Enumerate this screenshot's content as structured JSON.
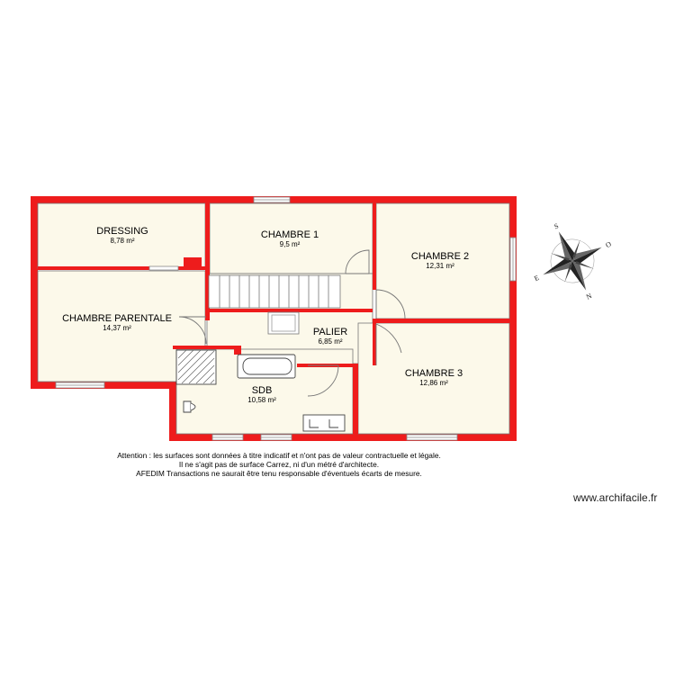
{
  "rooms": [
    {
      "name": "DRESSING",
      "area": "8,78 m²"
    },
    {
      "name": "CHAMBRE 1",
      "area": "9,5 m²"
    },
    {
      "name": "CHAMBRE 2",
      "area": "12,31 m²"
    },
    {
      "name": "CHAMBRE PARENTALE",
      "area": "14,37 m²"
    },
    {
      "name": "PALIER",
      "area": "6,85 m²"
    },
    {
      "name": "SDB",
      "area": "10,58 m²"
    },
    {
      "name": "CHAMBRE 3",
      "area": "12,86 m²"
    }
  ],
  "notice": [
    "Attention : les surfaces sont données à titre indicatif et n'ont pas de valeur contractuelle et légale.",
    "Il ne s'agit pas de surface Carrez, ni d'un métré d'architecte.",
    "AFEDIM Transactions ne saurait être tenu responsable d'éventuels écarts de mesure."
  ],
  "website": "www.archifacile.fr",
  "compass": {
    "north": "N",
    "south": "S",
    "east": "E",
    "west": "O"
  },
  "colors": {
    "wall": "#ee1c1c",
    "floor": "#fcf9ea",
    "outline": "#777777"
  }
}
